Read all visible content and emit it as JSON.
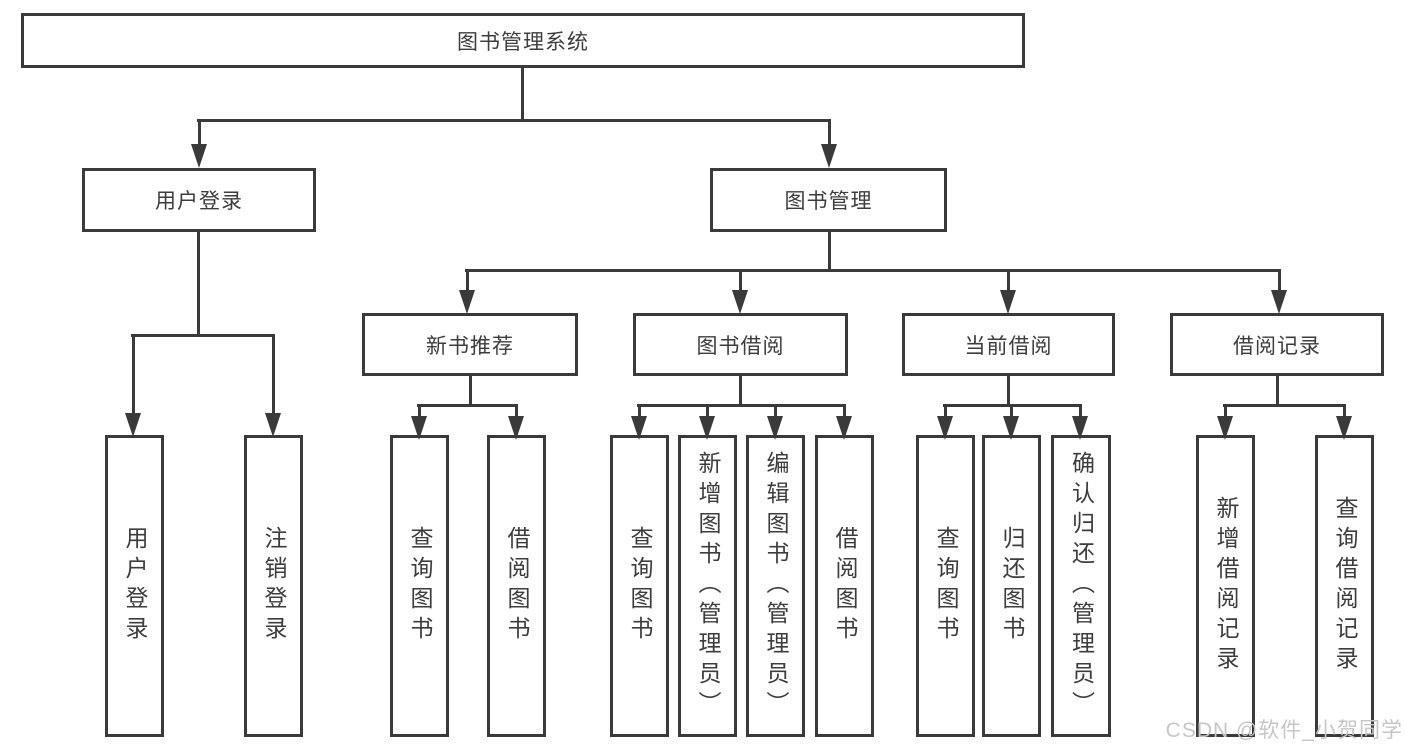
{
  "nodes": {
    "root": {
      "label": "图书管理系统"
    },
    "user_login": {
      "label": "用户登录"
    },
    "book_mgmt": {
      "label": "图书管理"
    },
    "new_book_rec": {
      "label": "新书推荐"
    },
    "book_borrow": {
      "label": "图书借阅"
    },
    "current_borrow": {
      "label": "当前借阅"
    },
    "borrow_records": {
      "label": "借阅记录"
    },
    "leaf_user_login": {
      "label": "用户登录"
    },
    "leaf_logout": {
      "label": "注销登录"
    },
    "leaf_rec_query": {
      "label": "查询图书"
    },
    "leaf_rec_borrow": {
      "label": "借阅图书"
    },
    "leaf_bb_query": {
      "label": "查询图书"
    },
    "leaf_bb_add": {
      "label": "新增图书（管理员）"
    },
    "leaf_bb_edit": {
      "label": "编辑图书（管理员）"
    },
    "leaf_bb_borrow": {
      "label": "借阅图书"
    },
    "leaf_cb_query": {
      "label": "查询图书"
    },
    "leaf_cb_return": {
      "label": "归还图书"
    },
    "leaf_cb_confirm": {
      "label": "确认归还（管理员）"
    },
    "leaf_br_add": {
      "label": "新增借阅记录"
    },
    "leaf_br_query": {
      "label": "查询借阅记录"
    }
  },
  "watermark": {
    "text": "CSDN @软件_小贺同学"
  },
  "colors": {
    "line": "#3a3a3a",
    "text": "#3d3d3d",
    "watermark": "#c6c6c6",
    "background": "#ffffff"
  }
}
